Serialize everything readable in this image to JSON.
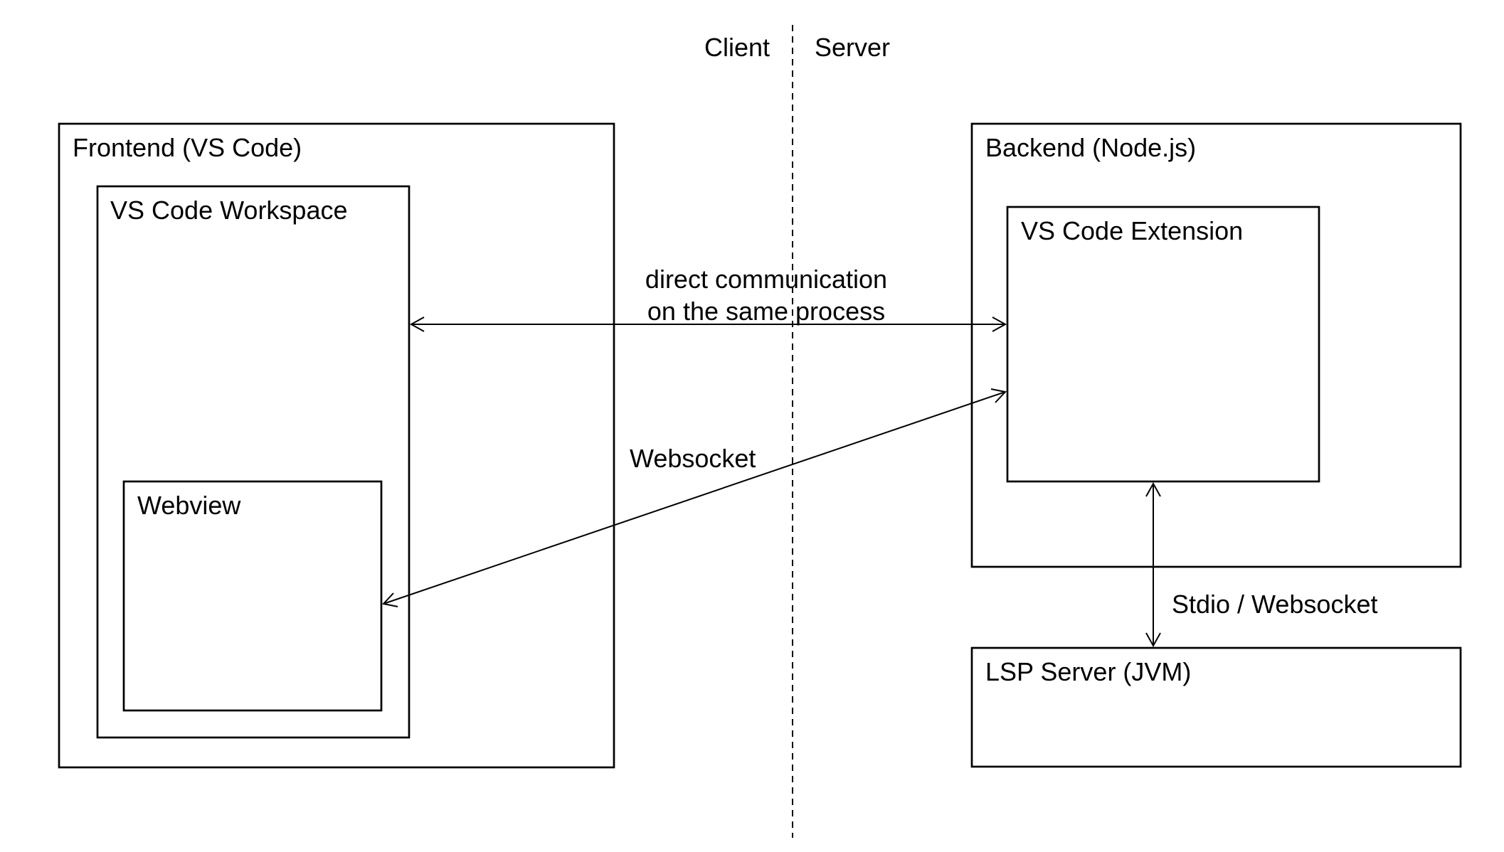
{
  "regions": {
    "client": "Client",
    "server": "Server"
  },
  "nodes": {
    "frontend": "Frontend (VS Code)",
    "workspace": "VS Code Workspace",
    "webview": "Webview",
    "backend": "Backend (Node.js)",
    "extension": "VS Code Extension",
    "lsp": "LSP Server (JVM)"
  },
  "edges": {
    "direct": {
      "line1": "direct communication",
      "line2": "on the same process",
      "from": "workspace",
      "to": "extension",
      "bidirectional": true
    },
    "websocket": {
      "label": "Websocket",
      "from": "webview",
      "to": "extension",
      "bidirectional": true
    },
    "stdio": {
      "label": "Stdio / Websocket",
      "from": "extension",
      "to": "lsp",
      "bidirectional": true
    }
  },
  "colors": {
    "stroke": "#000000",
    "background": "#ffffff"
  }
}
